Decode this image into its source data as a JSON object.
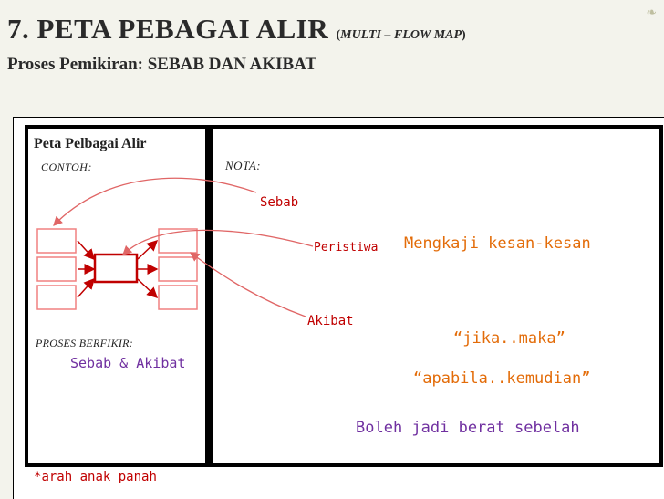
{
  "header": {
    "title": "7. PETA PEBAGAI ALIR",
    "title_note_prefix": "(",
    "title_note_italic": "MULTI – FLOW MAP",
    "title_note_suffix": ")",
    "subtitle": "Proses Pemikiran: SEBAB DAN AKIBAT",
    "corner_mark": "❧"
  },
  "panel": {
    "left_title": "Peta Pelbagai Alir",
    "contoh_label": "CONTOH:",
    "nota_label": "NOTA:",
    "proses_label": "PROSES BERFIKIR:",
    "proses_value": "Sebab & Akibat",
    "sebab": "Sebab",
    "peristiwa": "Peristiwa",
    "akibat": "Akibat",
    "kesan": "Mengkaji kesan-kesan",
    "jika": "“jika..maka”",
    "apabila": "“apabila..kemudian”",
    "boleh": "Boleh jadi berat sebelah",
    "arah_star": "*",
    "arah": "arah anak panah"
  },
  "colors": {
    "red": "#c00000",
    "orange": "#e36c09",
    "purple": "#7030a0",
    "pink": "#f08080"
  }
}
